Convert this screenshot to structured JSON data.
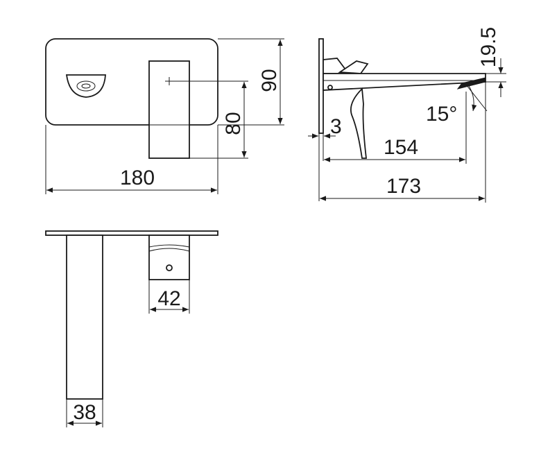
{
  "dimensions": {
    "plate_width": "180",
    "plate_height": "90",
    "handle_axis_height": "80",
    "projection_offset": "19.5",
    "plate_thickness": "3",
    "angle": "15°",
    "spout_reach": "154",
    "overall_depth": "173",
    "handle_width": "42",
    "spout_width": "38"
  },
  "colors": {
    "line": "#1a1a1a",
    "background": "#ffffff"
  }
}
